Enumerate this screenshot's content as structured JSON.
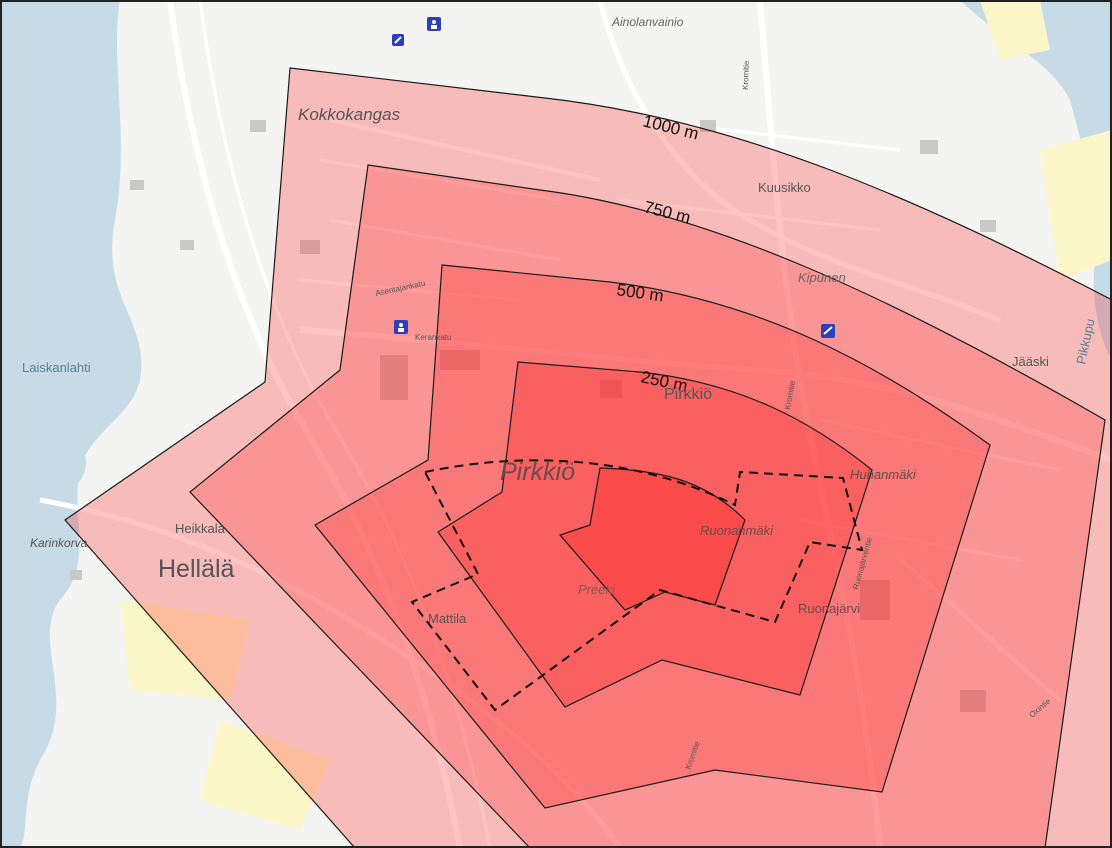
{
  "map": {
    "colors": {
      "water": "#c7dbe6",
      "land": "#f4f4f2",
      "zone_fill": "#ff2a2a",
      "zone_stroke": "#1a1a1a",
      "road": "#ffffff",
      "building": "#c9c9c9",
      "field": "#fbf6c8"
    },
    "zones": [
      {
        "id": "zone-1000",
        "label": "1000 m"
      },
      {
        "id": "zone-750",
        "label": "750 m"
      },
      {
        "id": "zone-500",
        "label": "500 m"
      },
      {
        "id": "zone-250",
        "label": "250 m"
      }
    ],
    "core_area_style": "dashed",
    "place_names": [
      {
        "id": "kokkokangas",
        "text": "Kokkokangas"
      },
      {
        "id": "ainolanvainio",
        "text": "Ainolanvainio"
      },
      {
        "id": "kuusikko",
        "text": "Kuusikko"
      },
      {
        "id": "kipunen",
        "text": "Kipunen"
      },
      {
        "id": "jaaski",
        "text": "Jääski"
      },
      {
        "id": "laiskanlahti",
        "text": "Laiskanlahti"
      },
      {
        "id": "pikkupu",
        "text": "Pikkupu"
      },
      {
        "id": "pirkkio-small",
        "text": "Pirkkiö"
      },
      {
        "id": "pirkkio-large",
        "text": "Pirkkiö"
      },
      {
        "id": "huhanmaki",
        "text": "Huhanmäki"
      },
      {
        "id": "ruonanmaki",
        "text": "Ruonanmäki"
      },
      {
        "id": "ruonajarvi",
        "text": "Ruonajärvi"
      },
      {
        "id": "heikkala",
        "text": "Heikkala"
      },
      {
        "id": "karinkorva",
        "text": "Karinkorva"
      },
      {
        "id": "hellala",
        "text": "Hellälä"
      },
      {
        "id": "mattila",
        "text": "Mattila"
      },
      {
        "id": "preeki",
        "text": "Preeki"
      }
    ],
    "street_names": [
      {
        "id": "kromitie-1",
        "text": "Kromitie"
      },
      {
        "id": "kromitie-2",
        "text": "Kromitie"
      },
      {
        "id": "kromitie-3",
        "text": "Kromitie"
      },
      {
        "id": "kerankatu",
        "text": "Kerankatu"
      },
      {
        "id": "ruonajarventie",
        "text": "Ruonajärventie"
      },
      {
        "id": "oxintie",
        "text": "Oxintie"
      },
      {
        "id": "asentajankatu",
        "text": "Asentajankatu"
      }
    ],
    "poi_icons": [
      {
        "id": "school-1",
        "icon": "school-icon"
      },
      {
        "id": "school-2",
        "icon": "school-icon"
      },
      {
        "id": "school-3",
        "icon": "school-icon"
      },
      {
        "id": "school-4",
        "icon": "school-icon"
      }
    ]
  }
}
